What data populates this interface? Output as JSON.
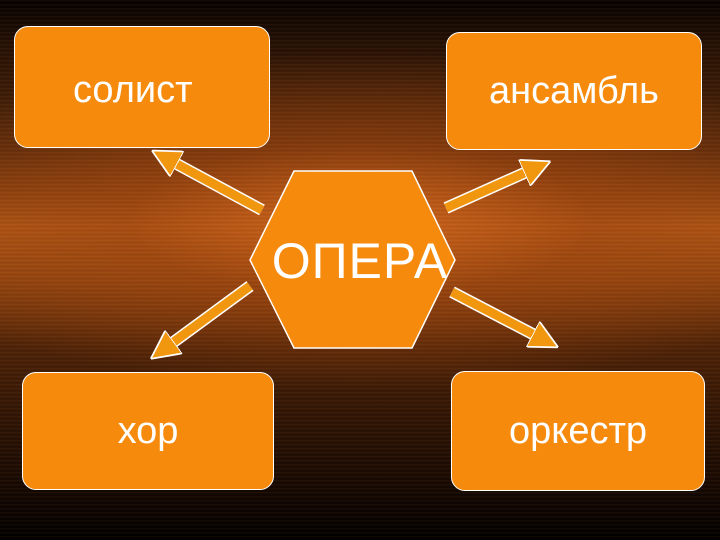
{
  "diagram": {
    "center": {
      "label": "ОПЕРА"
    },
    "nodes": [
      {
        "id": "soloist",
        "label": "солист"
      },
      {
        "id": "ensemble",
        "label": "ансамбль"
      },
      {
        "id": "choir",
        "label": "хор"
      },
      {
        "id": "orchestra",
        "label": "оркестр"
      }
    ],
    "edges": [
      {
        "from": "center",
        "to": "soloist"
      },
      {
        "from": "center",
        "to": "ensemble"
      },
      {
        "from": "center",
        "to": "choir"
      },
      {
        "from": "center",
        "to": "orchestra"
      }
    ]
  },
  "colors": {
    "node_fill": "#f58a0c",
    "arrow_fill": "#f0960f",
    "text": "#ffffff"
  }
}
